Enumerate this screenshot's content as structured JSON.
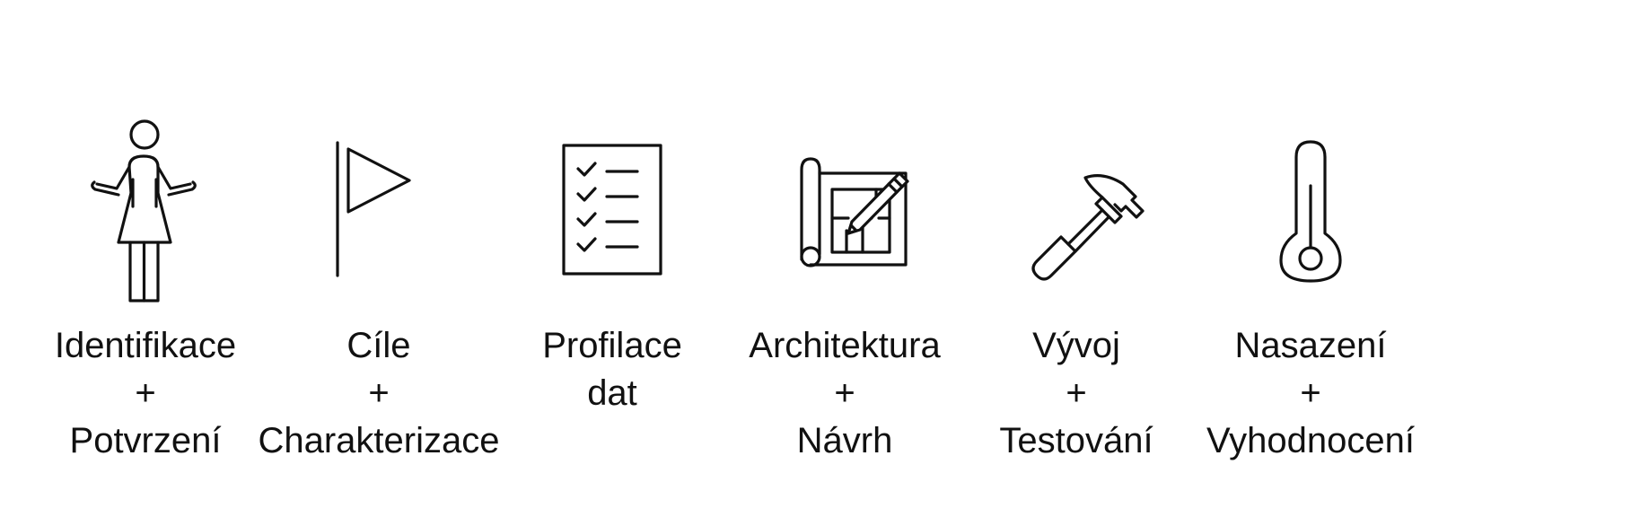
{
  "steps": [
    {
      "icon": "person-shrugging-icon",
      "lines": [
        "Identifikace",
        "+",
        "Potvrzení"
      ]
    },
    {
      "icon": "flag-icon",
      "lines": [
        "Cíle",
        "+",
        "Charakterizace"
      ]
    },
    {
      "icon": "checklist-icon",
      "lines": [
        "Profilace",
        "dat"
      ]
    },
    {
      "icon": "blueprint-pencil-icon",
      "lines": [
        "Architektura",
        "+",
        "Návrh"
      ]
    },
    {
      "icon": "hammer-icon",
      "lines": [
        "Vývoj",
        "+",
        "Testování"
      ]
    },
    {
      "icon": "thermometer-icon",
      "lines": [
        "Nasazení",
        "+",
        "Vyhodnocení"
      ]
    }
  ],
  "colors": {
    "stroke": "#111111",
    "background": "#ffffff"
  }
}
